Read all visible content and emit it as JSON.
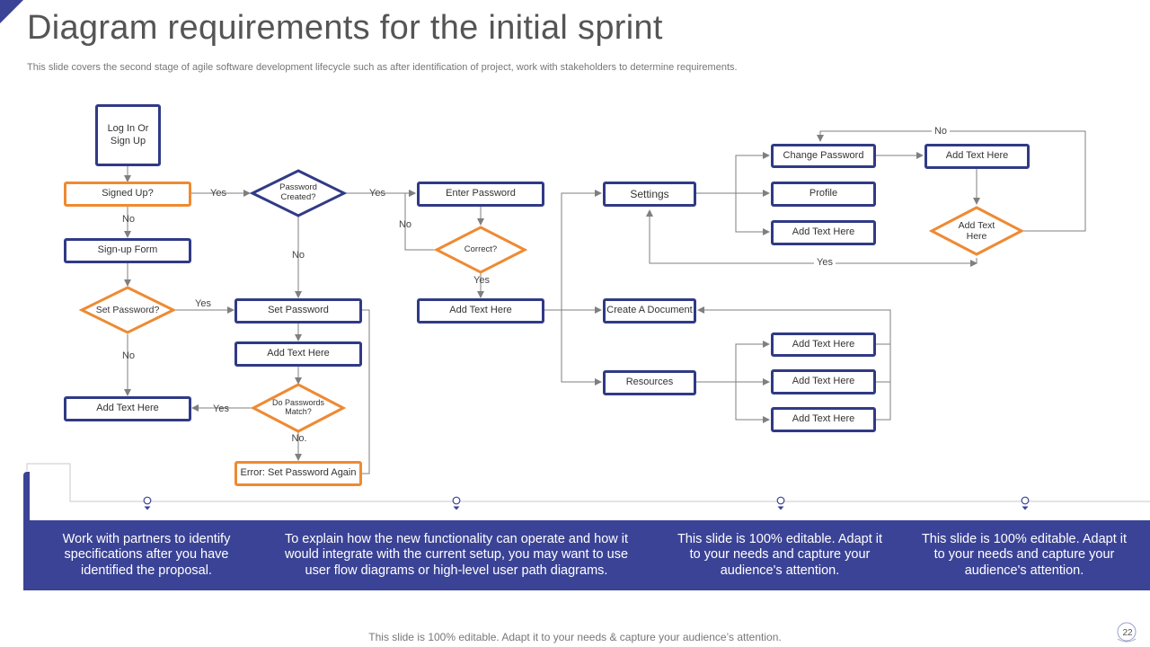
{
  "header": {
    "title": "Diagram requirements for the initial sprint",
    "subtitle": "This slide covers the second stage of agile software development lifecycle such as after identification of project, work with stakeholders to determine requirements."
  },
  "flowchart": {
    "login": "Log In Or Sign Up",
    "signed_up": "Signed Up?",
    "signup_form": "Sign-up Form",
    "set_password_q": "Set Password?",
    "add_text_left": "Add Text Here",
    "password_created": "Password Created?",
    "set_password": "Set Password",
    "add_text_mid": "Add Text Here",
    "passwords_match": "Do Passwords Match?",
    "error_set_password": "Error: Set Password Again",
    "enter_password": "Enter Password",
    "correct": "Correct?",
    "add_text_center": "Add Text Here",
    "settings": "Settings",
    "create_document": "Create A Document",
    "resources": "Resources",
    "change_password": "Change Password",
    "profile": "Profile",
    "add_text_settings": "Add Text Here",
    "add_text_change": "Add Text Here",
    "add_text_diamond": "Add Text Here",
    "add_text_doc_1": "Add Text Here",
    "add_text_doc_2": "Add Text Here",
    "add_text_doc_3": "Add Text Here",
    "labels": {
      "yes_signed": "Yes",
      "no_signed": "No",
      "yes_setpw": "Yes",
      "no_setpw": "No",
      "yes_created": "Yes",
      "no_created": "No",
      "no_correct": "No",
      "yes_correct": "Yes",
      "yes_match": "Yes",
      "no_match": "No.",
      "no_top": "No",
      "yes_settings": "Yes"
    }
  },
  "band": {
    "items": [
      "Work with partners to identify specifications after you have identified the proposal.",
      "To explain how the new functionality can operate and how it would integrate with the current setup, you may want to use user flow diagrams or high-level user path diagrams.",
      "This slide is 100% editable. Adapt it to your needs and capture your audience's attention.",
      "This slide is 100% editable. Adapt it to your needs and capture your audience's attention."
    ]
  },
  "footer": {
    "text": "This slide is 100% editable. Adapt it to your needs & capture your audience’s attention.",
    "page_number": "22"
  },
  "colors": {
    "accent_blue": "#3b4396",
    "box_border_blue": "#303a86",
    "box_border_orange": "#ee8a33",
    "connector": "#7f7f7f"
  }
}
